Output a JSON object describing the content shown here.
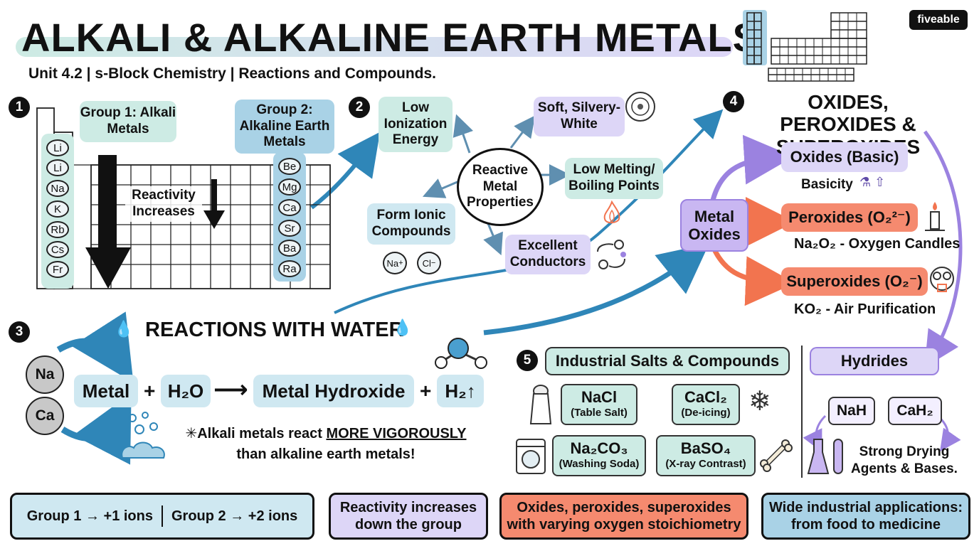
{
  "header": {
    "title": "ALKALI & ALKALINE EARTH METALS",
    "subtitle": "Unit 4.2 | s-Block Chemistry | Reactions and Compounds.",
    "logo": "fiveable"
  },
  "section1": {
    "number": "1",
    "group1_label": "Group 1: Alkali Metals",
    "group2_label": "Group 2: Alkaline Earth Metals",
    "reactivity_label": "Reactivity Increases",
    "group1_elements": [
      "Li",
      "Li",
      "Na",
      "K",
      "Rb",
      "Cs",
      "Fr"
    ],
    "group2_elements": [
      "Be",
      "Mg",
      "Ca",
      "Sr",
      "Ba",
      "Ra"
    ]
  },
  "section2": {
    "number": "2",
    "center": "Reactive Metal Properties",
    "low_ionization": "Low Ionization Energy",
    "soft": "Soft, Silvery-White",
    "low_melting": "Low Melting/ Boiling Points",
    "ionic": "Form Ionic Compounds",
    "conductors": "Excellent Conductors",
    "ion_na": "Na",
    "ion_na_charge": "+",
    "ion_cl": "Cl",
    "ion_cl_charge": "−"
  },
  "section3": {
    "number": "3",
    "title": "REACTIONS WITH WATER",
    "metal_na": "Na",
    "metal_ca": "Ca",
    "metal": "Metal",
    "plus": "+",
    "water": "H₂O",
    "arrow": "⟶",
    "hydroxide": "Metal Hydroxide",
    "hydrogen": "H₂↑",
    "note_prefix": "✳Alkali metals react ",
    "note_emphasis": "MORE VIGOROUSLY",
    "note_suffix": "than alkaline earth metals!"
  },
  "section4": {
    "number": "4",
    "title": "OXIDES, PEROXIDES & SUPEROXIDES",
    "metal_oxides": "Metal Oxides",
    "oxides": "Oxides (Basic)",
    "oxides_note": "Basicity",
    "peroxides": "Peroxides (O₂²⁻)",
    "peroxides_note": "Na₂O₂ - Oxygen Candles",
    "superoxides": "Superoxides (O₂⁻)",
    "superoxides_note": "KO₂ - Air Purification"
  },
  "section5": {
    "number": "5",
    "title": "Industrial Salts & Compounds",
    "compounds": [
      {
        "formula": "NaCl",
        "desc": "(Table Salt)"
      },
      {
        "formula": "CaCl₂",
        "desc": "(De-icing)"
      },
      {
        "formula": "Na₂CO₃",
        "desc": "(Washing Soda)"
      },
      {
        "formula": "BaSO₄",
        "desc": "(X-ray Contrast)"
      }
    ]
  },
  "hydrides": {
    "title": "Hydrides",
    "nah": "NaH",
    "cah2": "CaH₂",
    "note": "Strong Drying Agents & Bases."
  },
  "footer": {
    "box1_left": "Group 1 → +1 ions",
    "box1_right": "Group 2 → +2 ions",
    "box2": "Reactivity increases down the group",
    "box3": "Oxides, peroxides, superoxides with varying oxygen stoichiometry",
    "box4": "Wide industrial applications: from food to medicine"
  },
  "colors": {
    "blue": "#2f86b8",
    "purple": "#9b82e0",
    "coral": "#f2744f",
    "teal": "#cdebe4"
  }
}
